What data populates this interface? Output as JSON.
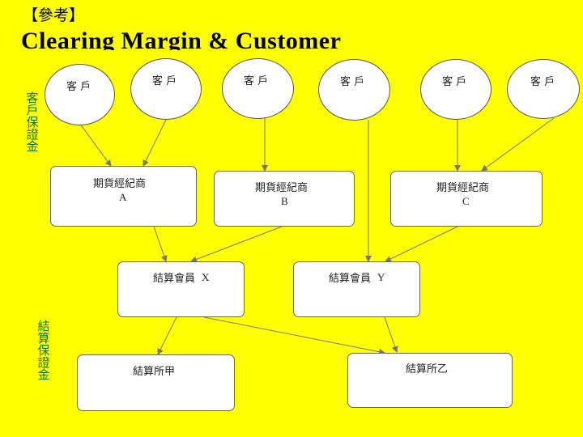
{
  "header": {
    "reference": "【參考】",
    "title": "Clearing Margin & Customer"
  },
  "side_labels": {
    "customer_margin": "客戶保證金",
    "clearing_margin": "結算保證金"
  },
  "customers": [
    {
      "label": "客 戶"
    },
    {
      "label": "客 戶"
    },
    {
      "label": "客 戶"
    },
    {
      "label": "客 戶"
    },
    {
      "label": "客 戶"
    },
    {
      "label": "客 戶"
    }
  ],
  "brokers": [
    {
      "name": "期貨經紀商",
      "code": "A"
    },
    {
      "name": "期貨經紀商",
      "code": "B"
    },
    {
      "name": "期貨經紀商",
      "code": "C"
    }
  ],
  "clearing_members": [
    {
      "name": "結算會員",
      "code": "X"
    },
    {
      "name": "結算會員",
      "code": "Y"
    }
  ],
  "clearing_houses": [
    {
      "name": "結算所甲"
    },
    {
      "name": "結算所乙"
    }
  ],
  "colors": {
    "background": "#FFFF00",
    "side_label": "#007A33",
    "node_fill": "#FFFFFF",
    "edge": "#777777"
  }
}
